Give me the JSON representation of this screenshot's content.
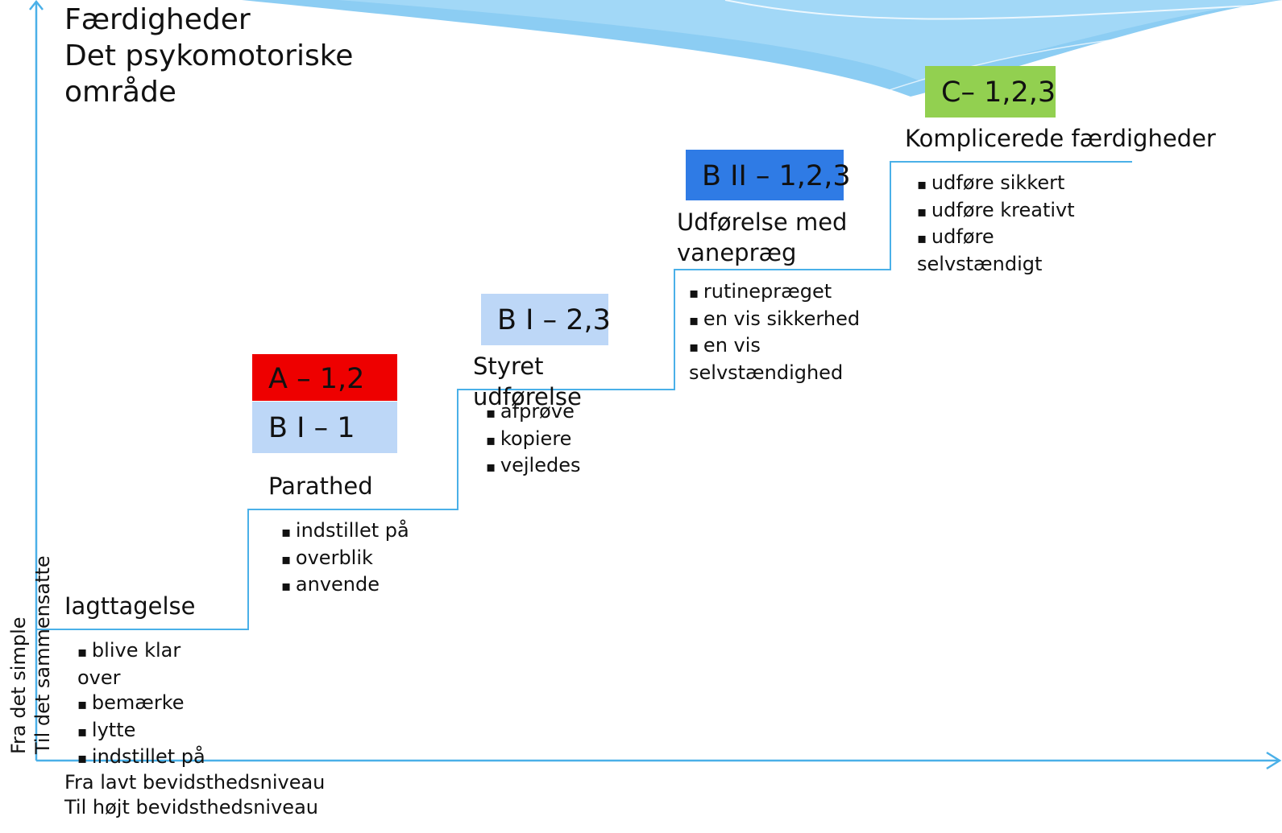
{
  "title": [
    "Færdigheder",
    "Det psykomotoriske",
    "område"
  ],
  "colors": {
    "red": "#EE0000",
    "light_blue": "#BDD7F7",
    "blue": "#2F7BE5",
    "green": "#92D050",
    "line": "#4AB0E8",
    "swoosh": "#7FC8F2"
  },
  "badges": {
    "a": "A – 1,2",
    "b1": "B I – 1",
    "b1_23": "B I – 2,3",
    "b2": "B II – 1,2,3",
    "c": "C– 1,2,3"
  },
  "stages": {
    "iagttagelse": {
      "title": "Iagttagelse",
      "items": [
        {
          "text": "blive klar",
          "bullet": true
        },
        {
          "text": "over",
          "bullet": false
        },
        {
          "text": "bemærke",
          "bullet": true
        },
        {
          "text": "lytte",
          "bullet": true
        },
        {
          "text": "indstillet på",
          "bullet": true
        }
      ]
    },
    "parathed": {
      "title": "Parathed",
      "items": [
        {
          "text": "indstillet på",
          "bullet": true
        },
        {
          "text": "overblik",
          "bullet": true
        },
        {
          "text": "anvende",
          "bullet": true
        }
      ]
    },
    "styret": {
      "title_lines": [
        "Styret",
        "udførelse"
      ],
      "items": [
        {
          "text": "afprøve",
          "bullet": true
        },
        {
          "text": "kopiere",
          "bullet": true
        },
        {
          "text": "vejledes",
          "bullet": true
        }
      ]
    },
    "vanepraeg": {
      "title_lines": [
        "Udførelse med",
        "vanepræg"
      ],
      "items": [
        {
          "text": "rutinepræget",
          "bullet": true
        },
        {
          "text": "en vis sikkerhed",
          "bullet": true
        },
        {
          "text": "en vis",
          "bullet": true
        },
        {
          "text": "selvstændighed",
          "bullet": false
        }
      ]
    },
    "komplicerede": {
      "title": "Komplicerede færdigheder",
      "items": [
        {
          "text": "udføre sikkert",
          "bullet": true
        },
        {
          "text": "udføre kreativt",
          "bullet": true
        },
        {
          "text": "udføre",
          "bullet": true
        },
        {
          "text": "selvstændigt",
          "bullet": false
        }
      ]
    }
  },
  "x_axis": [
    "Fra lavt bevidsthedsniveau",
    "Til højt bevidsthedsniveau"
  ],
  "y_axis": [
    "Fra det simple",
    "Til det sammensatte"
  ]
}
